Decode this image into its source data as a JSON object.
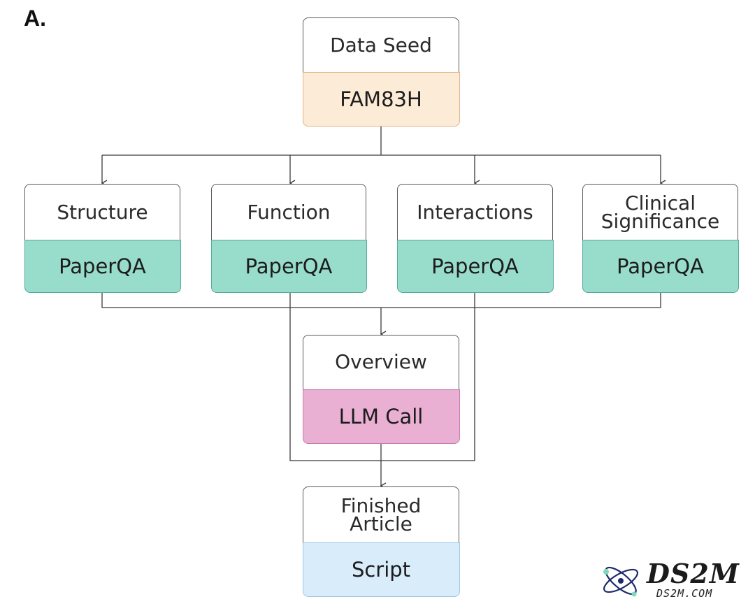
{
  "panel_label": "A.",
  "nodes": {
    "seed": {
      "title": "Data Seed",
      "tool": "FAM83H"
    },
    "structure": {
      "title": "Structure",
      "tool": "PaperQA"
    },
    "function": {
      "title": "Function",
      "tool": "PaperQA"
    },
    "interactions": {
      "title": "Interactions",
      "tool": "PaperQA"
    },
    "clinical": {
      "title_line1": "Clinical",
      "title_line2": "Significance",
      "tool": "PaperQA"
    },
    "overview": {
      "title": "Overview",
      "tool": "LLM Call"
    },
    "finished": {
      "title_line1": "Finished",
      "title_line2": "Article",
      "tool": "Script"
    }
  },
  "colors": {
    "seed": "#fcebd6",
    "paperqa": "#98dccb",
    "llm": "#eab0d3",
    "script": "#d8ecfa"
  },
  "watermark": {
    "main": "DS2M",
    "sub": "DS2M.COM",
    "icon": "atom-icon"
  }
}
